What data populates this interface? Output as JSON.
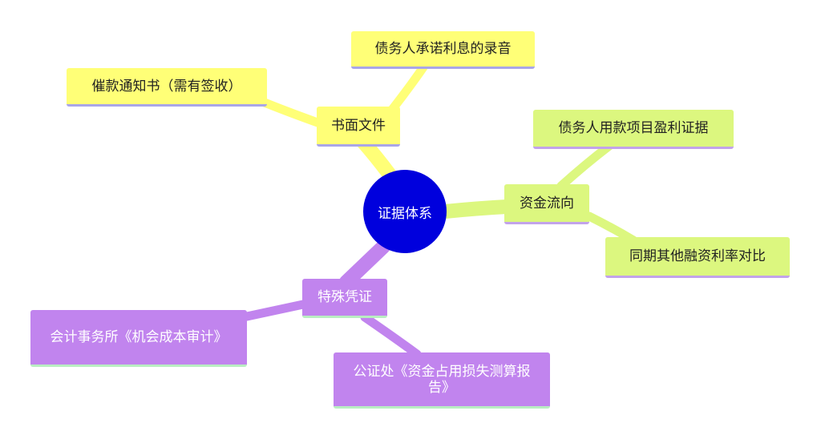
{
  "root": {
    "label": "证据体系",
    "color": "#0000dd"
  },
  "branches": {
    "written_docs": {
      "label": "书面文件",
      "color": "#ffff77",
      "children": [
        "债务人承诺利息的录音",
        "催款通知书（需有签收）"
      ]
    },
    "fund_flow": {
      "label": "资金流向",
      "color": "#dcf77f",
      "children": [
        "债务人用款项目盈利证据",
        "同期其他融资利率对比"
      ]
    },
    "special_evidence": {
      "label": "特殊凭证",
      "color": "#c184ee",
      "children": [
        "会计事务所《机会成本审计》",
        "公证处《资金占用损失测算报告》"
      ]
    }
  }
}
